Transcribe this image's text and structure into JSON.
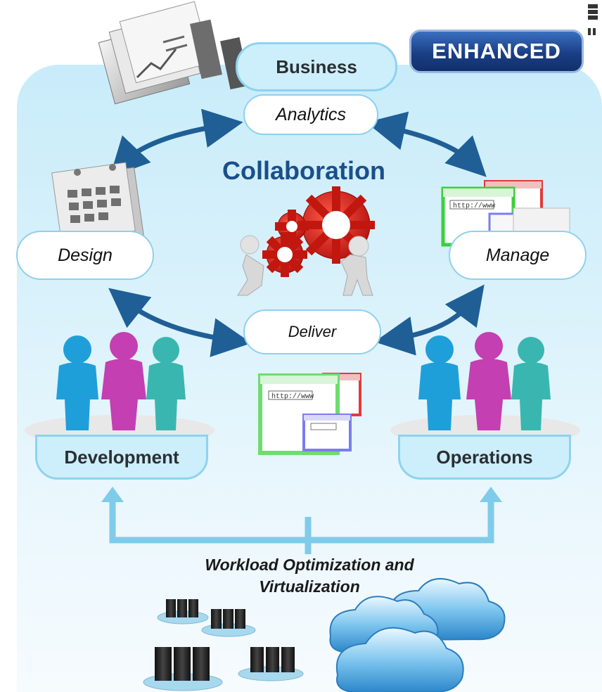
{
  "badge": "ENHANCED",
  "business": "Business",
  "analytics": "Analytics",
  "collaboration": "Collaboration",
  "design": "Design",
  "manage": "Manage",
  "deliver": "Deliver",
  "development": "Development",
  "operations": "Operations",
  "workload_line1": "Workload Optimization and",
  "workload_line2": "Virtualization",
  "browser_url": "http://www",
  "colors": {
    "arrow": "#1f5f96",
    "light_arrow": "#7fcbea",
    "badge": "#1a3f86",
    "gear": "#d0201c",
    "title": "#1a4f8a"
  }
}
